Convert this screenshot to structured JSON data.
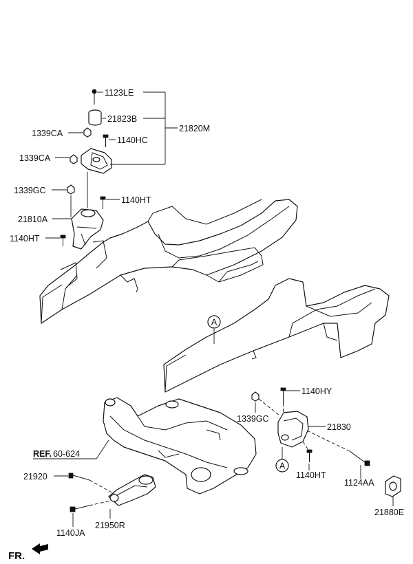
{
  "parts": {
    "p1123LE": "1123LE",
    "p21823B": "21823B",
    "p21820M": "21820M",
    "p1339CA_a": "1339CA",
    "p1140HC": "1140HC",
    "p1339CA_b": "1339CA",
    "p1339GC_a": "1339GC",
    "p1140HT_a": "1140HT",
    "p21810A": "21810A",
    "p1140HT_b": "1140HT",
    "p1140HY": "1140HY",
    "p1339GC_b": "1339GC",
    "p21830": "21830",
    "p1140HT_c": "1140HT",
    "p1124AA": "1124AA",
    "p21880E": "21880E",
    "p21920": "21920",
    "p1140JA": "1140JA",
    "p21950R": "21950R"
  },
  "reference": {
    "prefix": "REF.",
    "number": "60-624"
  },
  "markers": {
    "a_upper": "A",
    "a_lower": "A"
  },
  "direction": {
    "label": "FR."
  }
}
